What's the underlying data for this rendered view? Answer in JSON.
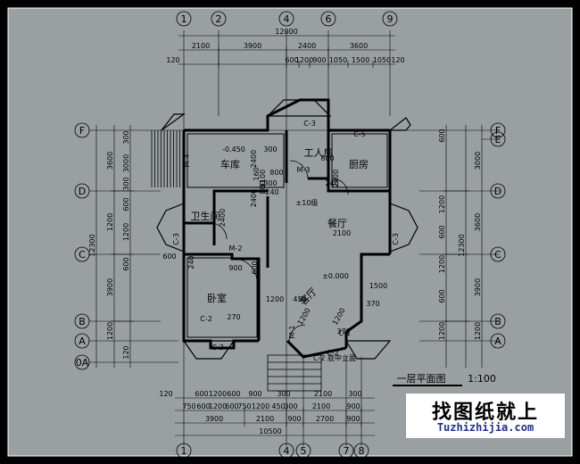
{
  "drawing": {
    "title": "一层平面图",
    "scale": "1:100",
    "axes": {
      "top": [
        "1",
        "2",
        "4",
        "6",
        "9"
      ],
      "bottom": [
        "1",
        "4",
        "5",
        "7",
        "8"
      ],
      "left": [
        "F",
        "D",
        "C",
        "B",
        "A",
        "0A"
      ],
      "right": [
        "F",
        "E",
        "D",
        "C",
        "B",
        "A"
      ]
    },
    "dims_top": {
      "overall": "12000",
      "row1": [
        "2100",
        "3900",
        "2400",
        "3600"
      ],
      "row2": [
        "600",
        "1200",
        "900",
        "1050",
        "1500",
        "1050"
      ],
      "edge": [
        "120",
        "120"
      ]
    },
    "dims_bottom": {
      "overall": "10500",
      "row1": [
        "3900",
        "2100",
        "900",
        "2700",
        "900"
      ],
      "row2": [
        "750",
        "600",
        "1200",
        "600",
        "750",
        "1200",
        "450",
        "300",
        "2100",
        "900"
      ],
      "row3": [
        "600",
        "1200",
        "600",
        "900",
        "300",
        "2100",
        "300"
      ],
      "edge": [
        "120"
      ]
    },
    "dims_left": {
      "overall": "12300",
      "outer": [
        "3600",
        "1200",
        "3900",
        "1200"
      ],
      "inner": [
        "300",
        "3000",
        "300",
        "600",
        "1200",
        "600",
        "120"
      ]
    },
    "dims_right": {
      "overall": "12300",
      "outer": [
        "3000",
        "3600",
        "3900",
        "1200"
      ],
      "inner": [
        "600",
        "1200",
        "600",
        "1200",
        "600",
        "1200"
      ]
    },
    "rooms": {
      "garage": "车库",
      "worker": "工人房",
      "kitchen": "厨房",
      "toilet": "卫生间",
      "dining": "餐厅",
      "living": "客厅",
      "bedroom": "卧室"
    },
    "levels": [
      "-0.450",
      "±0.000",
      "±10级"
    ],
    "tags": [
      "M-4",
      "C-3",
      "C-5",
      "M-3",
      "M-2",
      "M-1",
      "C-1",
      "C-2",
      "C-2 底中立面",
      "C-3",
      "C-3",
      "C-3"
    ],
    "misc": [
      "2400",
      "2400",
      "2400",
      "300",
      "160",
      "800",
      "2400",
      "800",
      "240",
      "800",
      "240",
      "1100",
      "300",
      "2100",
      "1200",
      "450",
      "1200",
      "1200",
      "370",
      "1500",
      "370",
      "240",
      "900",
      "600",
      "600",
      "270",
      "C-2"
    ]
  },
  "watermark": {
    "title": "找图纸就上",
    "url": "Tuzhizhijia.com"
  },
  "colors": {
    "background": "#9aa0a2",
    "frame": "#000000",
    "wall": "#000000"
  }
}
